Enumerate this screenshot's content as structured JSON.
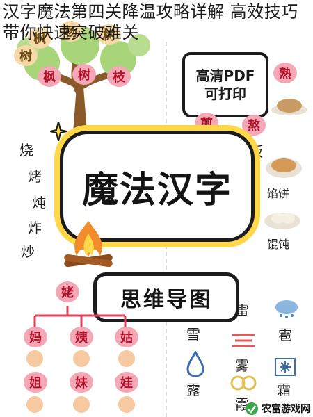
{
  "title": "汉字魔法第四关降温攻略详解 高效技巧带你快速突破难关",
  "tree": {
    "top_chars": [
      "枫",
      "杨",
      "树",
      "树"
    ],
    "branch_chars": [
      "枫",
      "树",
      "枝"
    ]
  },
  "pdf_note": {
    "line1": "高清PDF",
    "line2": "可打印"
  },
  "top_right_chars": [
    "熟"
  ],
  "mid_right_chars": [
    "煎",
    "熬",
    "饭"
  ],
  "main_title": "魔法汉字",
  "mind_map_label": "思维导图",
  "fire_chars": [
    "烧",
    "烤",
    "炖",
    "炸",
    "炒"
  ],
  "food_chars": [
    "馅饼",
    "馄饨"
  ],
  "family": {
    "top": "姥",
    "row1": [
      "妈",
      "姨",
      "姑"
    ],
    "row2": [
      "姐",
      "妹",
      "娃"
    ]
  },
  "weather_chars": {
    "left": [
      "雪",
      "露"
    ],
    "mid": [
      "雾",
      "霞"
    ],
    "right": [
      "雹",
      "霜"
    ],
    "extra": "雷"
  },
  "watermark": "农富游戏网"
}
